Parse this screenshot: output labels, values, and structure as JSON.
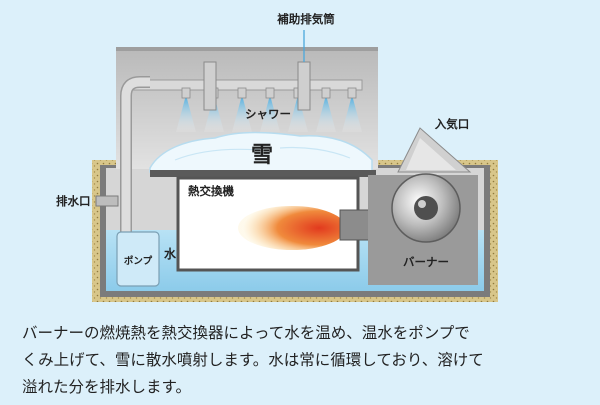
{
  "colors": {
    "background": "#dcf0fa",
    "water": "#a7d8f0",
    "burner_flame": "#e8552a",
    "shower_spray": "#5bbde8",
    "soil": "#c9b47a",
    "pipe": "#c8c8c8"
  },
  "labels": {
    "aux_exhaust": "補助排気筒",
    "shower": "シャワー",
    "snow": "雪",
    "air_inlet": "入気口",
    "drain": "排水口",
    "heat_exchanger": "熱交換機",
    "water": "水",
    "pump": "ポンプ",
    "burner": "バーナー"
  },
  "caption": {
    "line1": "バーナーの燃焼熱を熱交換器によって水を温め、温水をポンプで",
    "line2": "くみ上げて、雪に散水噴射します。水は常に循環しており、溶けて",
    "line3": "溢れた分を排水します。"
  }
}
